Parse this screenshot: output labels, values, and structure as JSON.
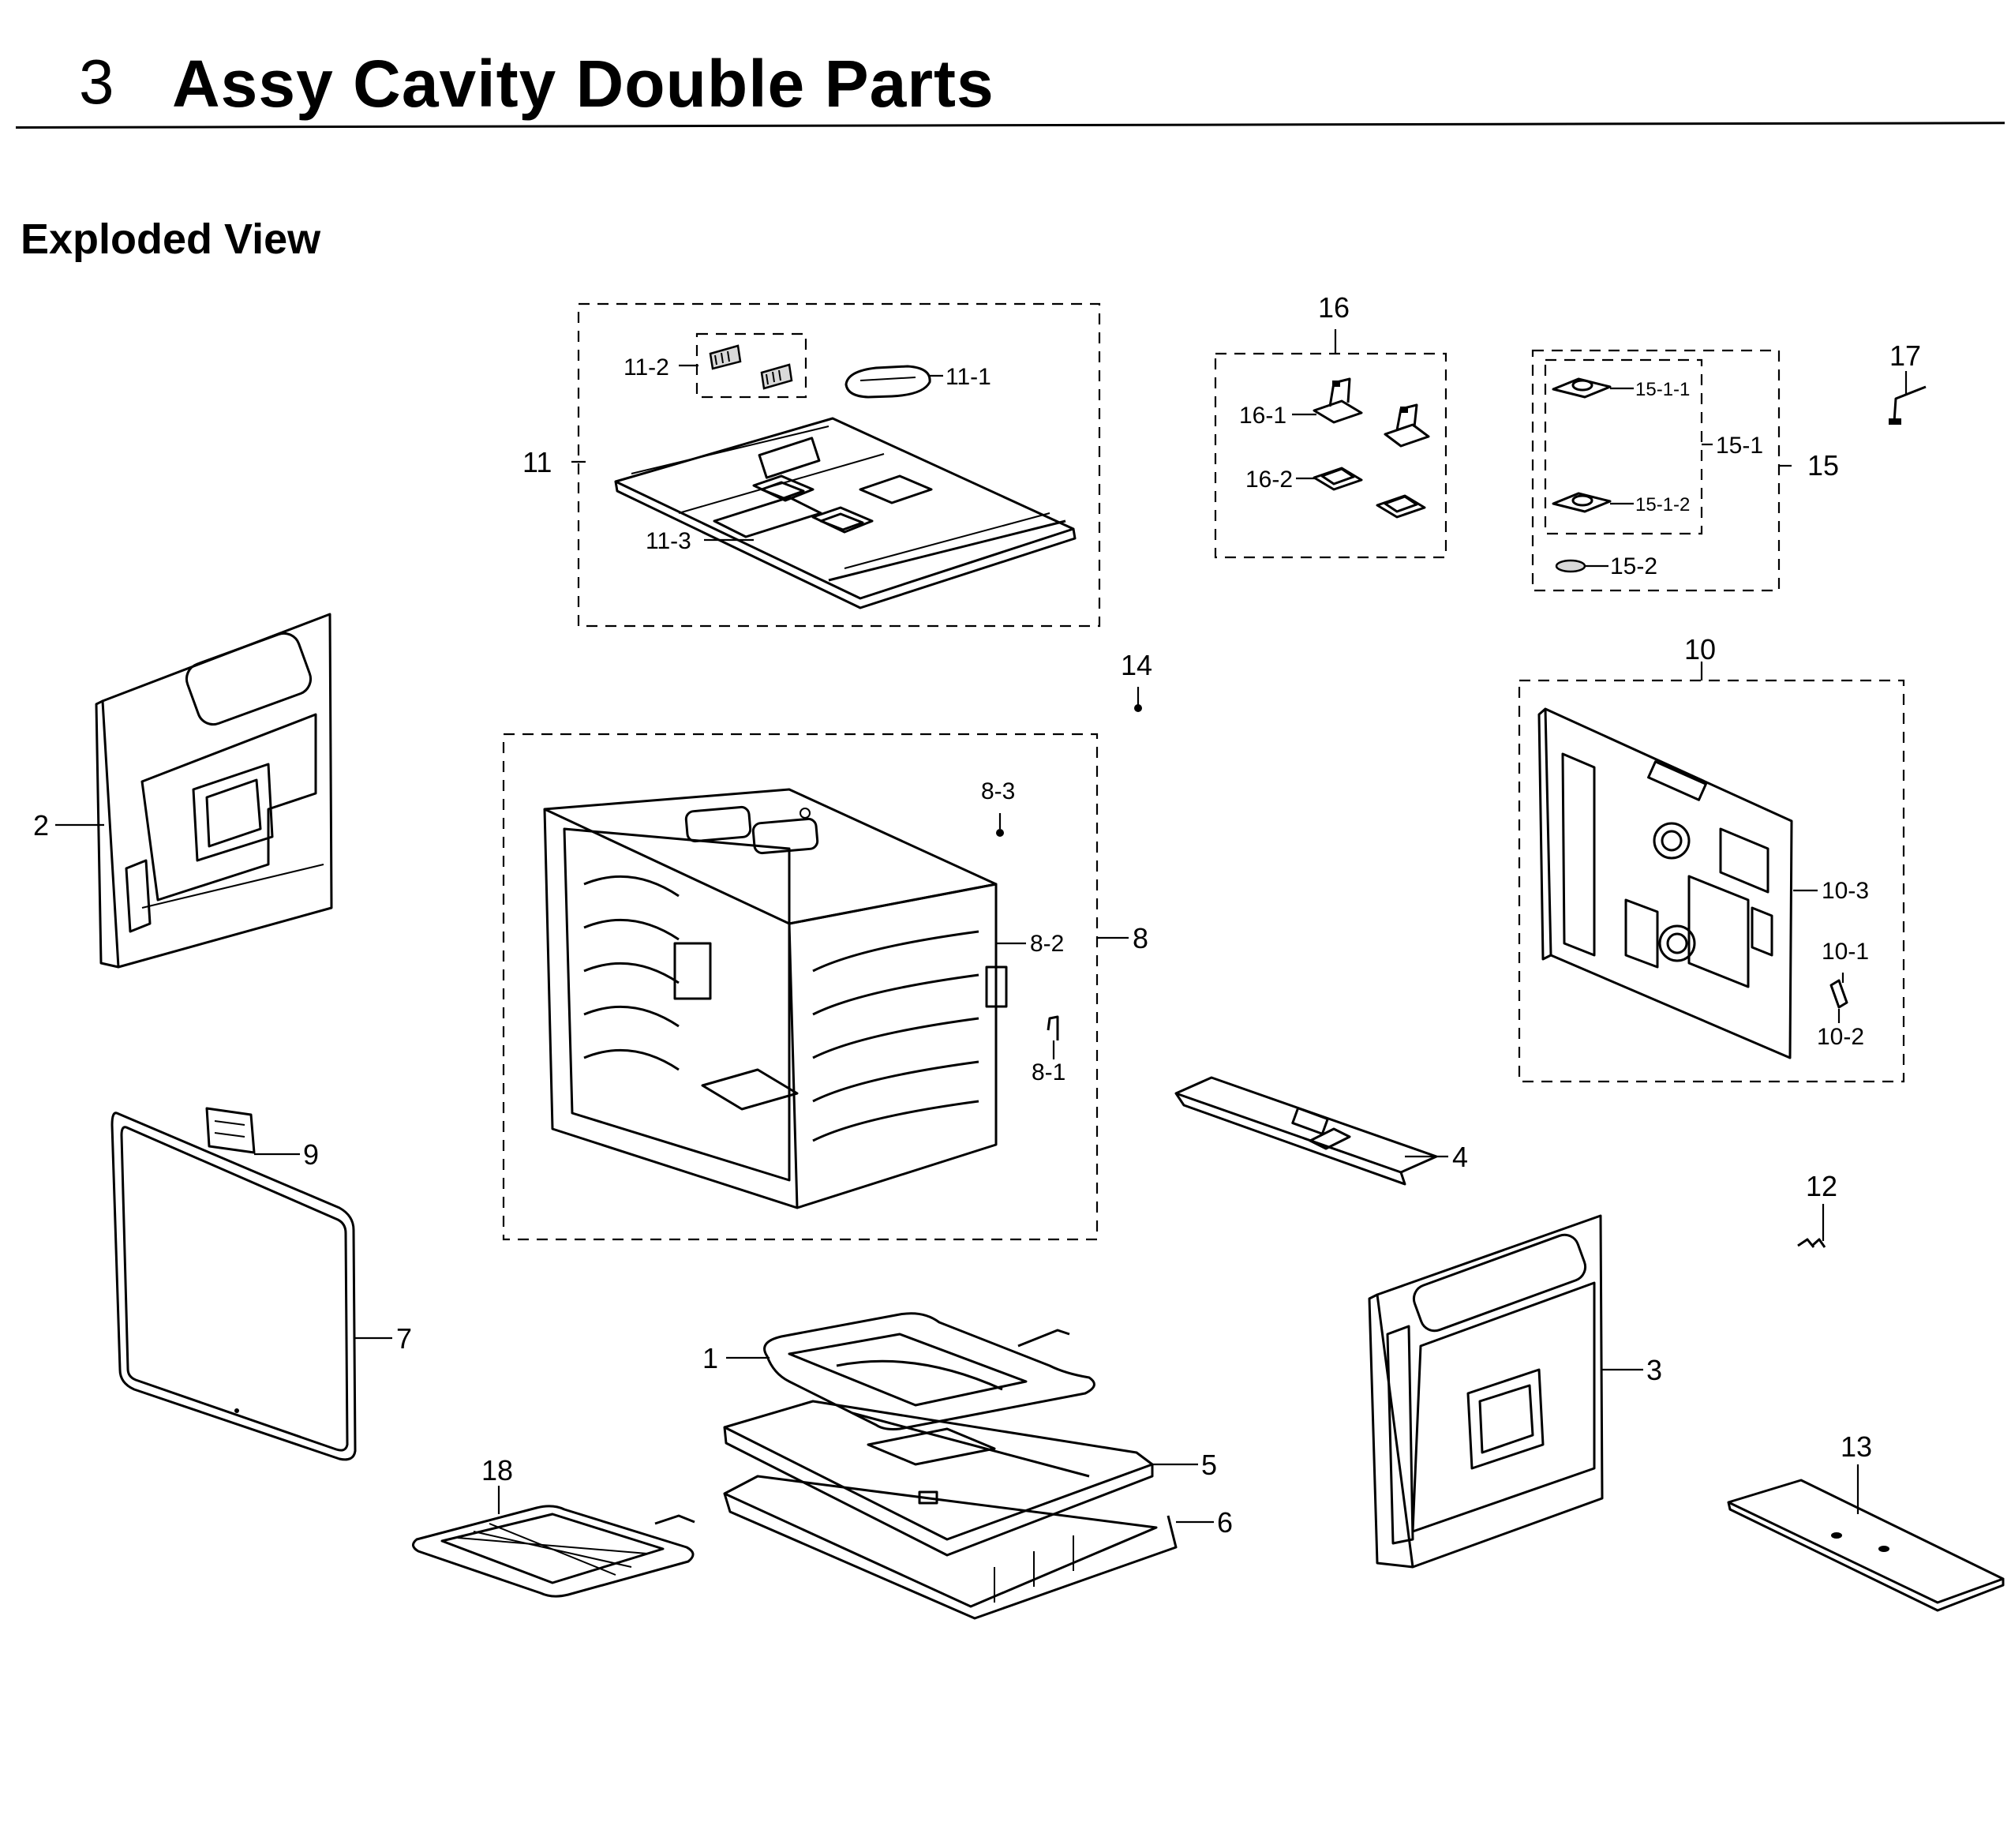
{
  "header": {
    "section_number": "3",
    "title": "Assy Cavity Double Parts"
  },
  "subtitle": "Exploded View",
  "callouts": {
    "c1": "1",
    "c2": "2",
    "c3": "3",
    "c4": "4",
    "c5": "5",
    "c6": "6",
    "c7": "7",
    "c8": "8",
    "c8_1": "8-1",
    "c8_2": "8-2",
    "c8_3": "8-3",
    "c9": "9",
    "c10": "10",
    "c10_1": "10-1",
    "c10_2": "10-2",
    "c10_3": "10-3",
    "c11": "11",
    "c11_1": "11-1",
    "c11_2": "11-2",
    "c11_3": "11-3",
    "c12": "12",
    "c13": "13",
    "c14": "14",
    "c15": "15",
    "c15_1": "15-1",
    "c15_1_1": "15-1-1",
    "c15_1_2": "15-1-2",
    "c15_2": "15-2",
    "c16": "16",
    "c16_1": "16-1",
    "c16_2": "16-2",
    "c17": "17",
    "c18": "18"
  }
}
